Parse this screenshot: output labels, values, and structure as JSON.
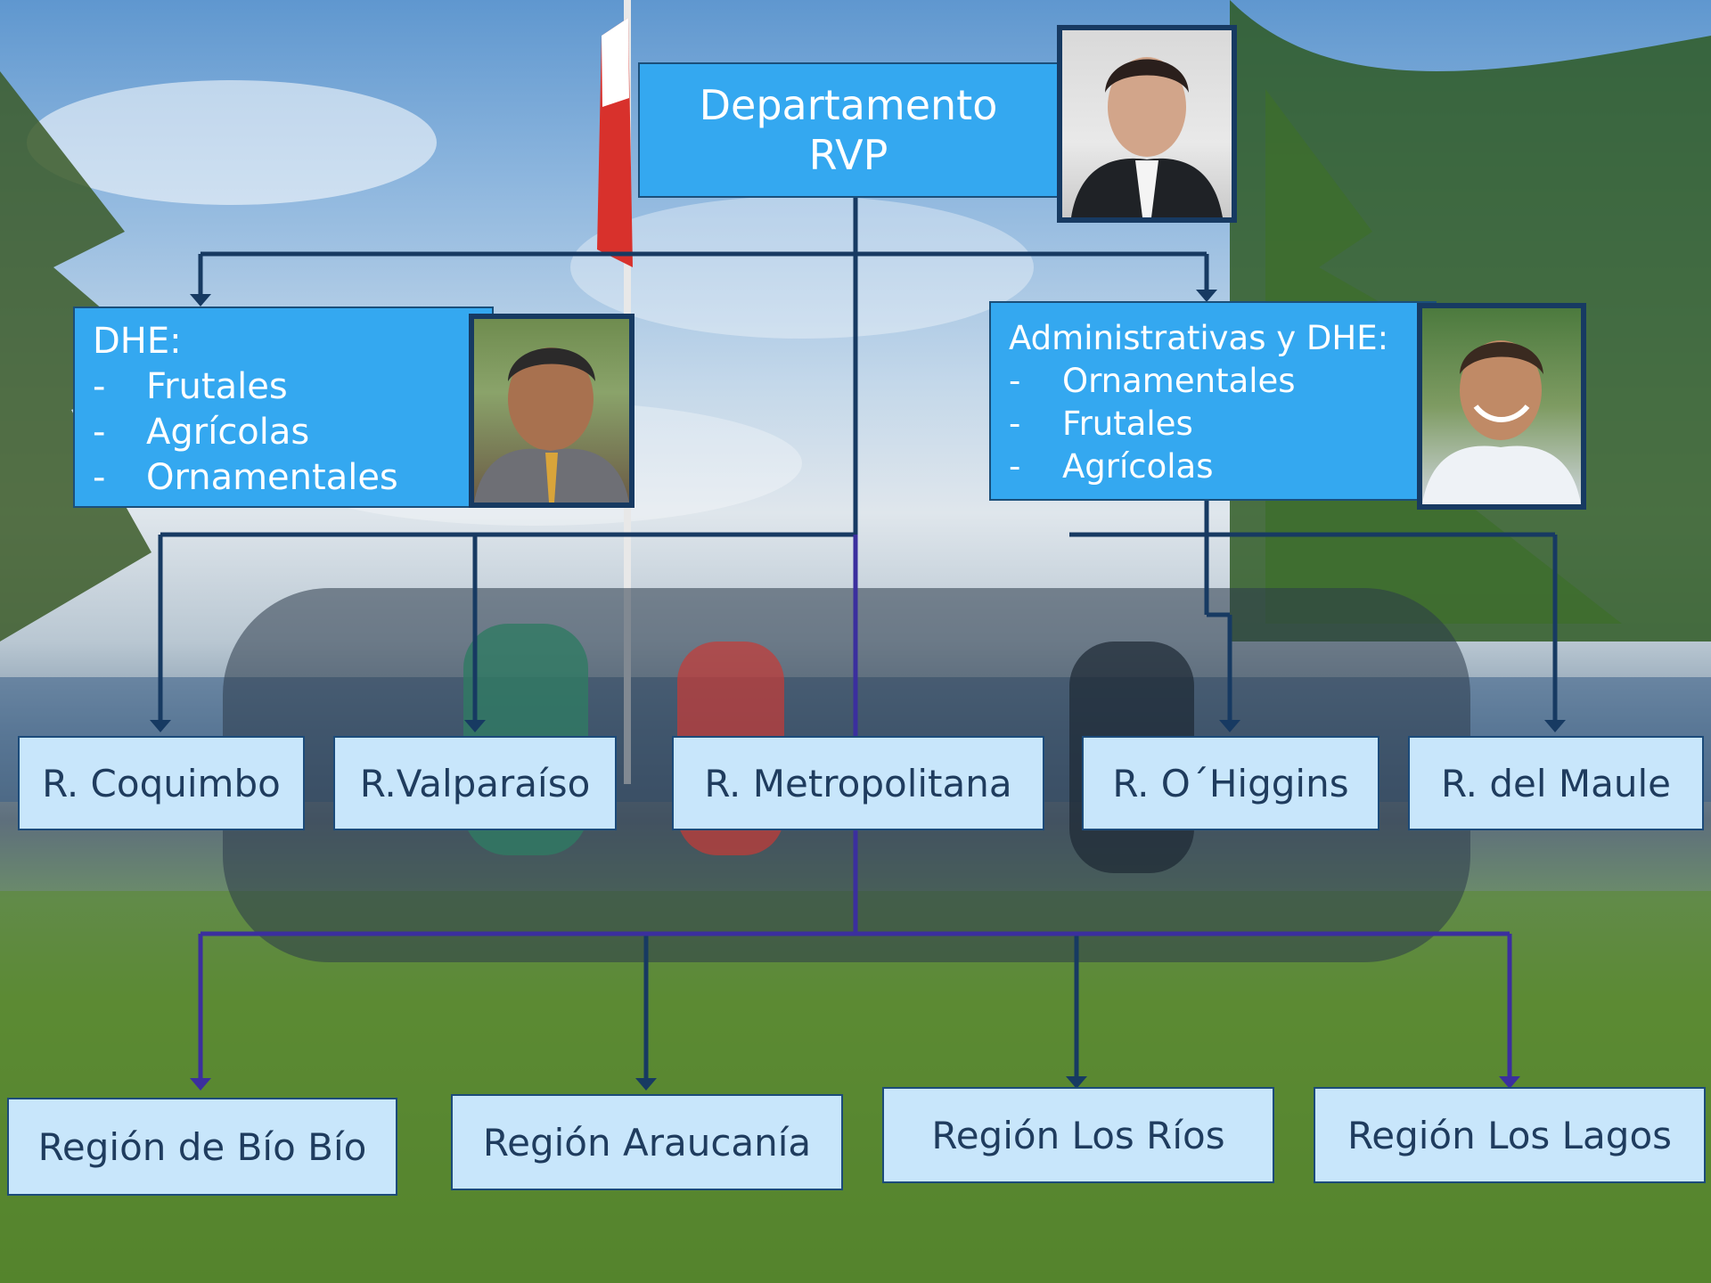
{
  "diagram": {
    "top_node": {
      "line1": "Departamento",
      "line2": "RVP"
    },
    "left_node": {
      "heading": "DHE:",
      "items": [
        "Frutales",
        "Agrícolas",
        "Ornamentales"
      ],
      "dash": "-"
    },
    "right_node": {
      "heading": "Administrativas y DHE:",
      "items": [
        "Ornamentales",
        "Frutales",
        "Agrícolas"
      ],
      "dash": "-"
    },
    "row1_regions": [
      "R. Coquimbo",
      "R.Valparaíso",
      "R. Metropolitana",
      "R. O´Higgins",
      "R. del Maule"
    ],
    "row2_regions": [
      "Región de Bío Bío",
      "Región Araucanía",
      "Región Los Ríos",
      "Región Los Lagos"
    ]
  },
  "colors": {
    "node_fill": "#34a8f0",
    "region_fill": "#c8e6fb",
    "connector_dark": "#173a62",
    "connector_purple": "#3b2f9e"
  }
}
